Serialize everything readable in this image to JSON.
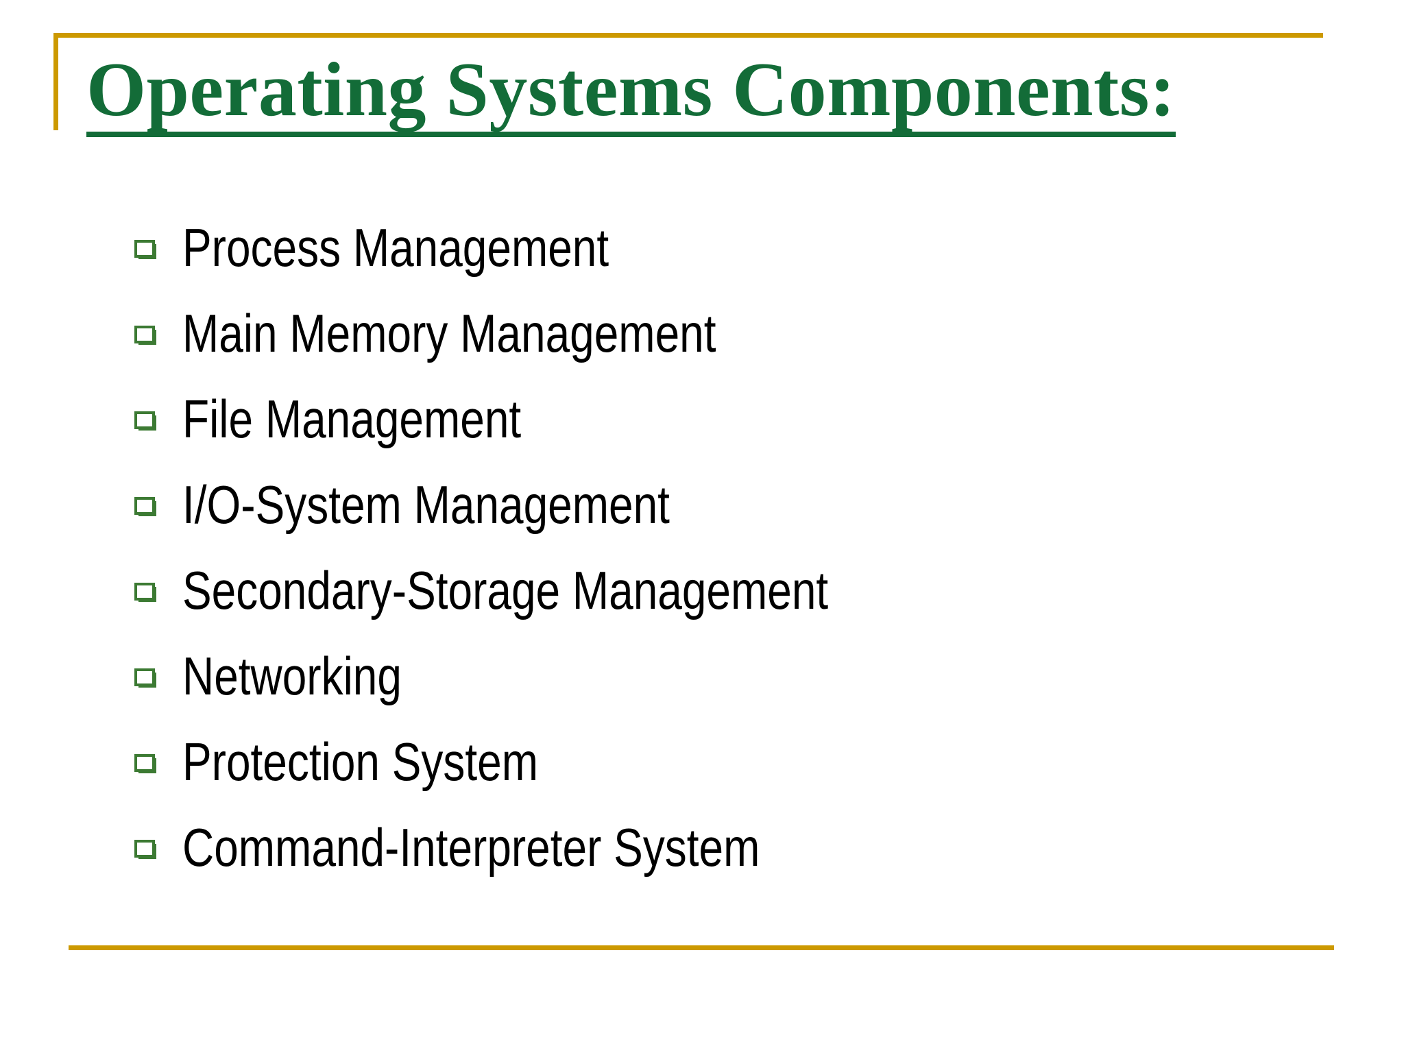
{
  "slide": {
    "background_color": "#FFFFFF",
    "accent_rule_color": "#CC9900",
    "title_color": "#136C38",
    "bullet_color": "#3C7A33",
    "body_text_color": "#000000",
    "title": "Operating Systems Components:",
    "bullets": [
      {
        "label": "Process Management",
        "marker": "hollow-square-bullet"
      },
      {
        "label": "Main Memory Management",
        "marker": "hollow-square-bullet"
      },
      {
        "label": "File Management",
        "marker": "hollow-square-bullet"
      },
      {
        "label": "I/O-System Management",
        "marker": "hollow-square-bullet"
      },
      {
        "label": "Secondary-Storage Management",
        "marker": "hollow-square-bullet"
      },
      {
        "label": "Networking",
        "marker": "hollow-square-bullet"
      },
      {
        "label": "Protection System",
        "marker": "hollow-square-bullet"
      },
      {
        "label": "Command-Interpreter System",
        "marker": "hollow-square-bullet"
      }
    ]
  }
}
